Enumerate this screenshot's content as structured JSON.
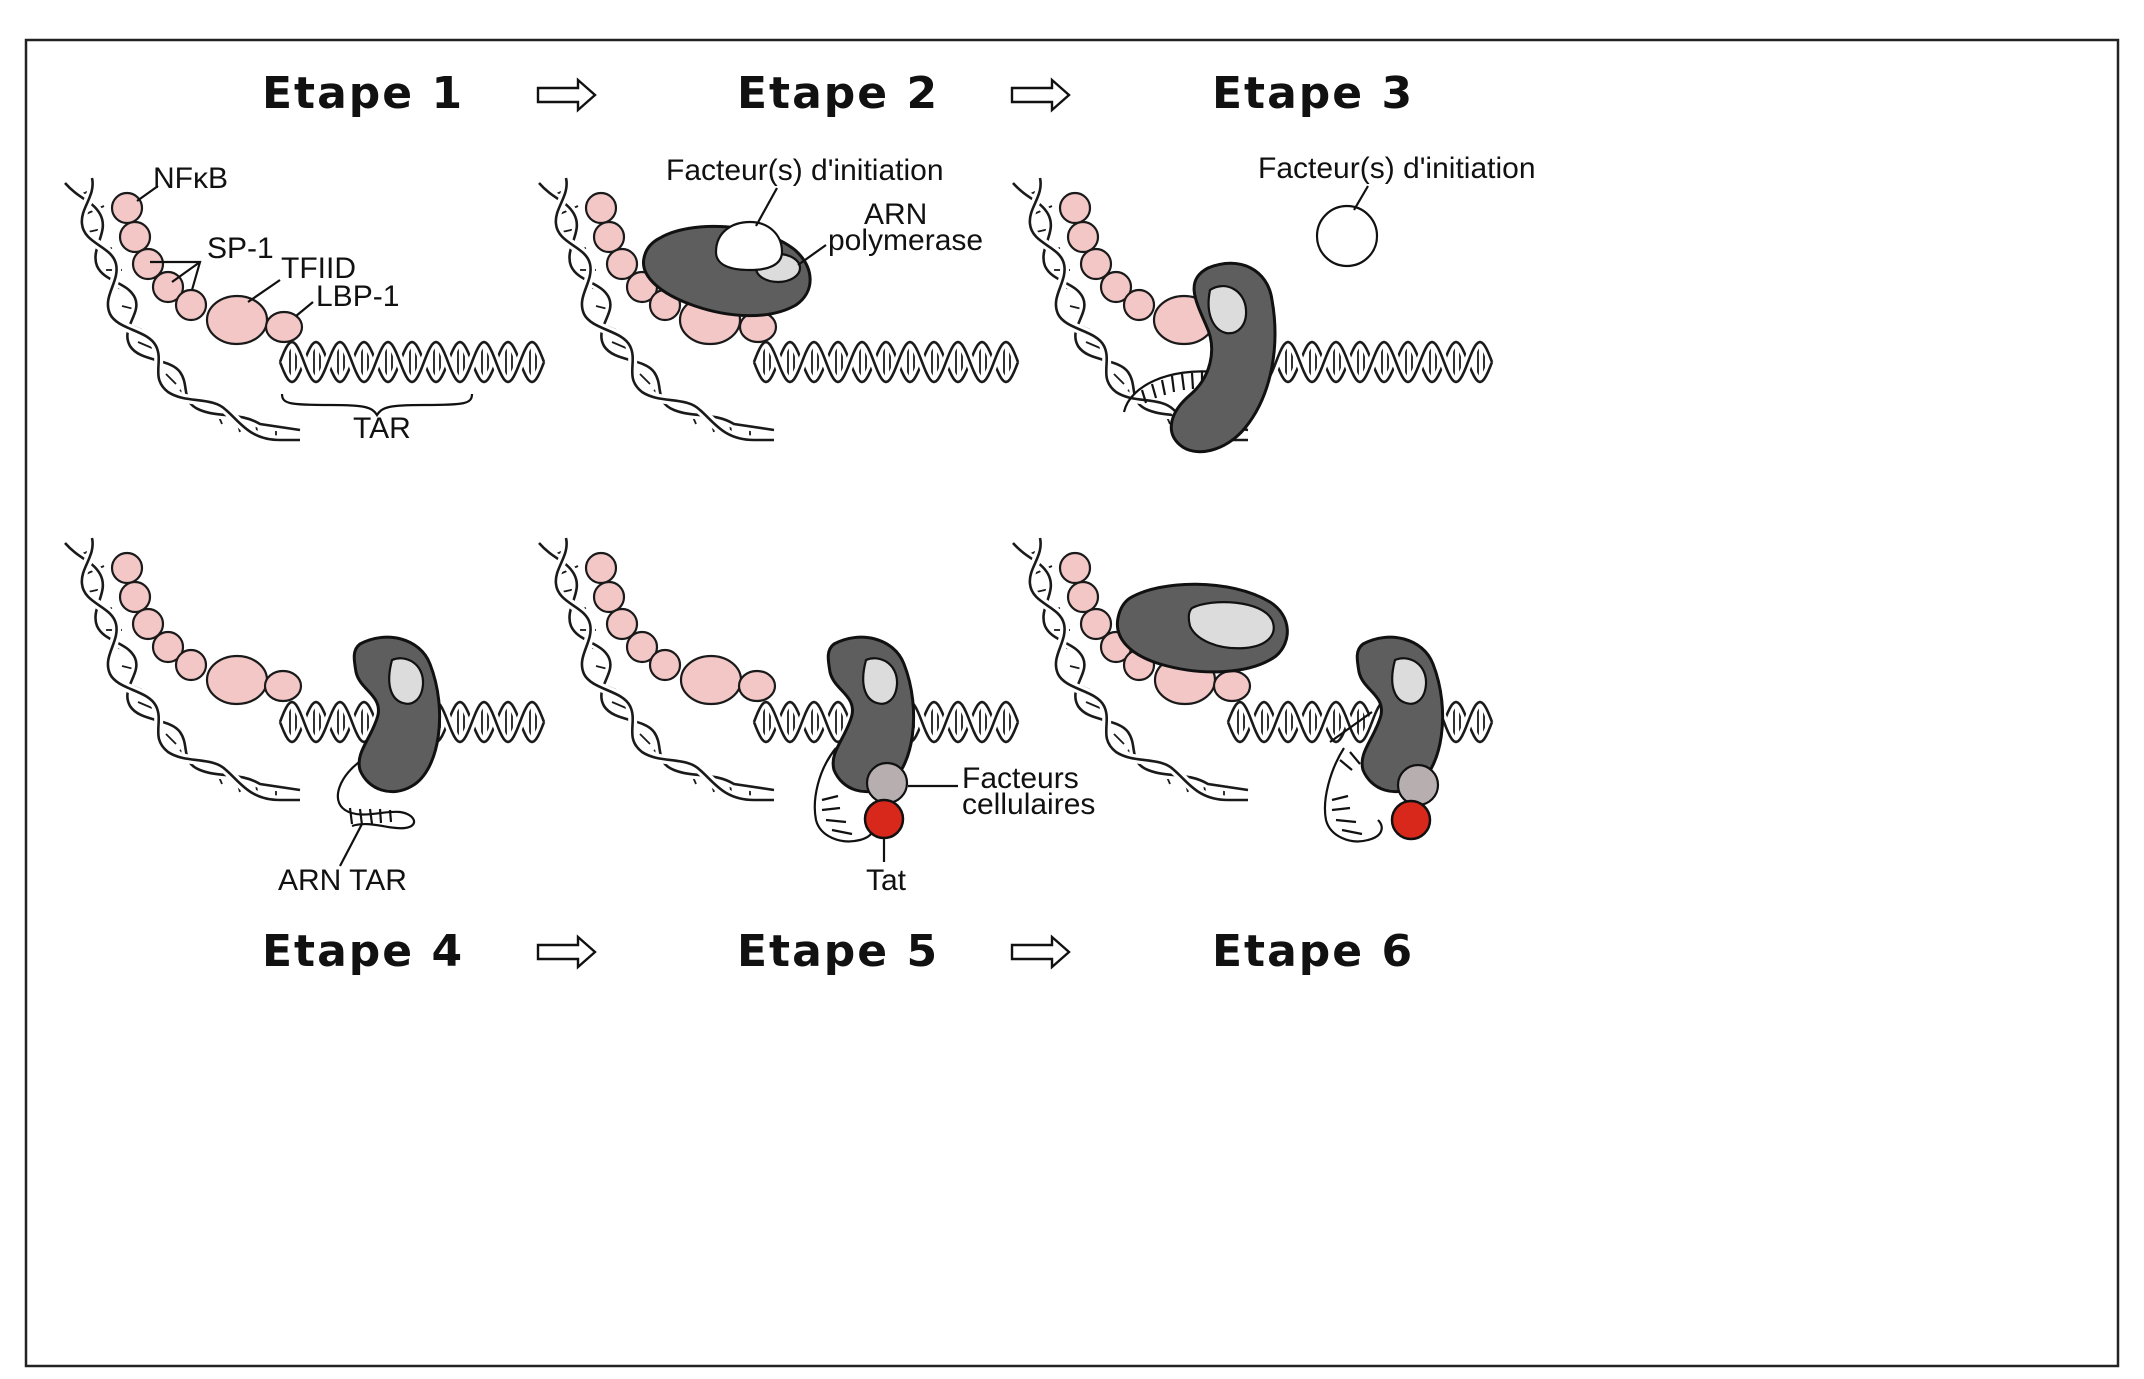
{
  "steps": {
    "s1": "Etape 1",
    "s2": "Etape 2",
    "s3": "Etape 3",
    "s4": "Etape 4",
    "s5": "Etape 5",
    "s6": "Etape 6"
  },
  "labels": {
    "nfkb": "NFκB",
    "sp1": "SP-1",
    "tfiid": "TFIID",
    "lbp1": "LBP-1",
    "tar": "TAR",
    "init2": "Facteur(s) d'initiation",
    "arn": "ARN",
    "polymerase": "polymerase",
    "init3": "Facteur(s) d'initiation",
    "arn_tar": "ARN TAR",
    "facteurs": "Facteurs",
    "cellulaires": "cellulaires",
    "tat": "Tat"
  },
  "colors": {
    "protein_pink": "#f4c7c7",
    "polymerase": "#5e5e5e",
    "tat": "#d8281b",
    "cell_factor": "#b7aeb0"
  }
}
